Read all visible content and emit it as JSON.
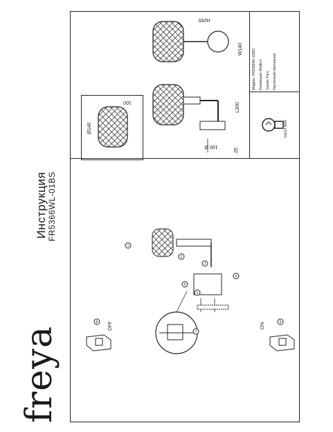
{
  "brand": "freya",
  "title": "Инструкция",
  "model_code": "FR5366WL-01BS",
  "switches": {
    "off": "OFF",
    "on": "ON"
  },
  "dimensions": {
    "h": "H265",
    "w": "W140",
    "l": "L200",
    "d140": "Ø140",
    "w100": "100",
    "base_d": "100 Ø",
    "base_h": "25"
  },
  "info": {
    "model_label": "Модель:",
    "model_value": "FR5366WL-01BS",
    "collection_label": "Коллекция:",
    "collection_value": "Modern",
    "series_label": "Серия:",
    "series_value": "Faro",
    "type_value": "Настенный светильник"
  },
  "bulb": "1xE14 40W",
  "steps": [
    "1",
    "2",
    "3",
    "4",
    "5",
    "6",
    "7",
    "8",
    "9"
  ],
  "colors": {
    "line": "#222222",
    "paper": "#ffffff"
  }
}
